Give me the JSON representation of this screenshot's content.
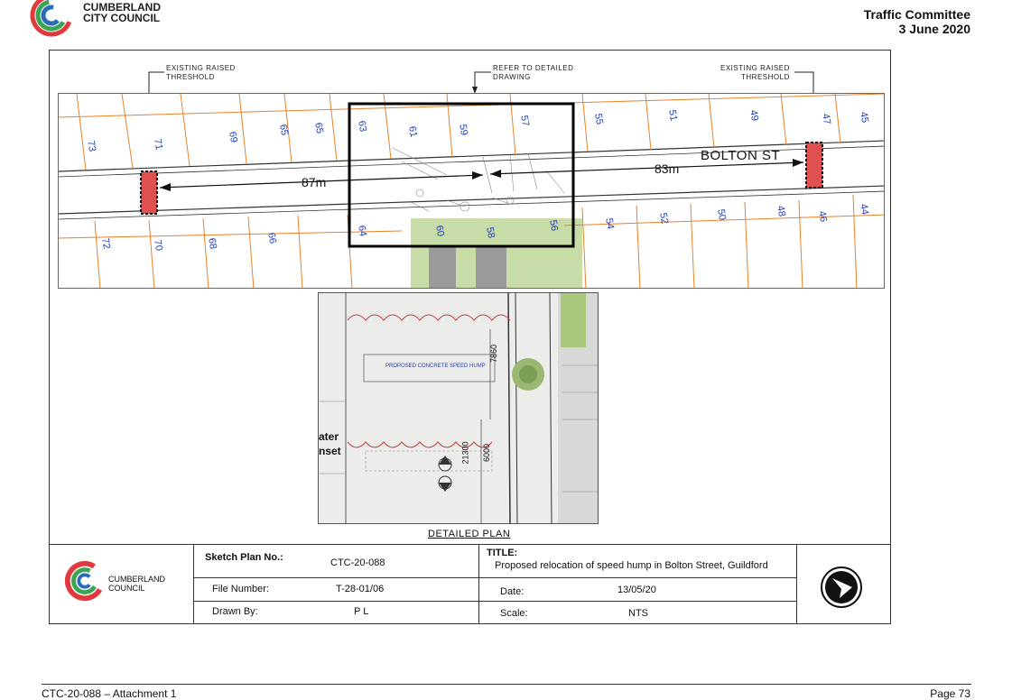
{
  "header": {
    "logo_line1": "CUMBERLAND",
    "logo_line2": "CITY COUNCIL",
    "committee": "Traffic Committee",
    "date": "3 June 2020"
  },
  "drawing": {
    "note_left_line1": "EXISTING RAISED",
    "note_left_line2": "THRESHOLD",
    "note_center_line1": "REFER TO DETAILED",
    "note_center_line2": "DRAWING",
    "note_right_line1": "EXISTING RAISED",
    "note_right_line2": "THRESHOLD",
    "street_name": "BOLTON ST",
    "distance_left": "87m",
    "distance_right": "83m",
    "lot_numbers_north": [
      "73",
      "71",
      "69",
      "65",
      "65",
      "63",
      "61",
      "59",
      "57",
      "55",
      "51",
      "49",
      "47",
      "45"
    ],
    "lot_numbers_south": [
      "72",
      "70",
      "68",
      "66",
      "64",
      "60",
      "58",
      "56",
      "54",
      "52",
      "50",
      "48",
      "46",
      "44"
    ],
    "detail_plan_label": "DETAILED PLAN",
    "detail_annotations": {
      "proposed_hump": "PROPOSED CONCRETE SPEED HUMP",
      "dim1": "7860",
      "dim2": "21300",
      "dim3": "6000",
      "water": "ater",
      "inset": "nset"
    }
  },
  "title_block": {
    "logo_line1": "CUMBERLAND",
    "logo_line2": "COUNCIL",
    "sketch_plan_label": "Sketch Plan No.:",
    "sketch_plan_value": "CTC-20-088",
    "title_label": "TITLE:",
    "title_value": "Proposed relocation of speed hump in Bolton Street, Guildford",
    "file_number_label": "File Number:",
    "file_number_value": "T-28-01/06",
    "date_label": "Date:",
    "date_value": "13/05/20",
    "drawn_by_label": "Drawn By:",
    "drawn_by_value": "P L",
    "scale_label": "Scale:",
    "scale_value": "NTS"
  },
  "footer": {
    "left": "CTC-20-088 – Attachment 1",
    "right": "Page 73"
  },
  "colors": {
    "logo_red": "#e03a3e",
    "logo_green": "#3aa655",
    "logo_blue": "#2a6db5",
    "lot_line": "#e8822a",
    "lot_number": "#1f3fb8",
    "hump_fill": "#e05050",
    "site_green": "#a8c97a"
  }
}
